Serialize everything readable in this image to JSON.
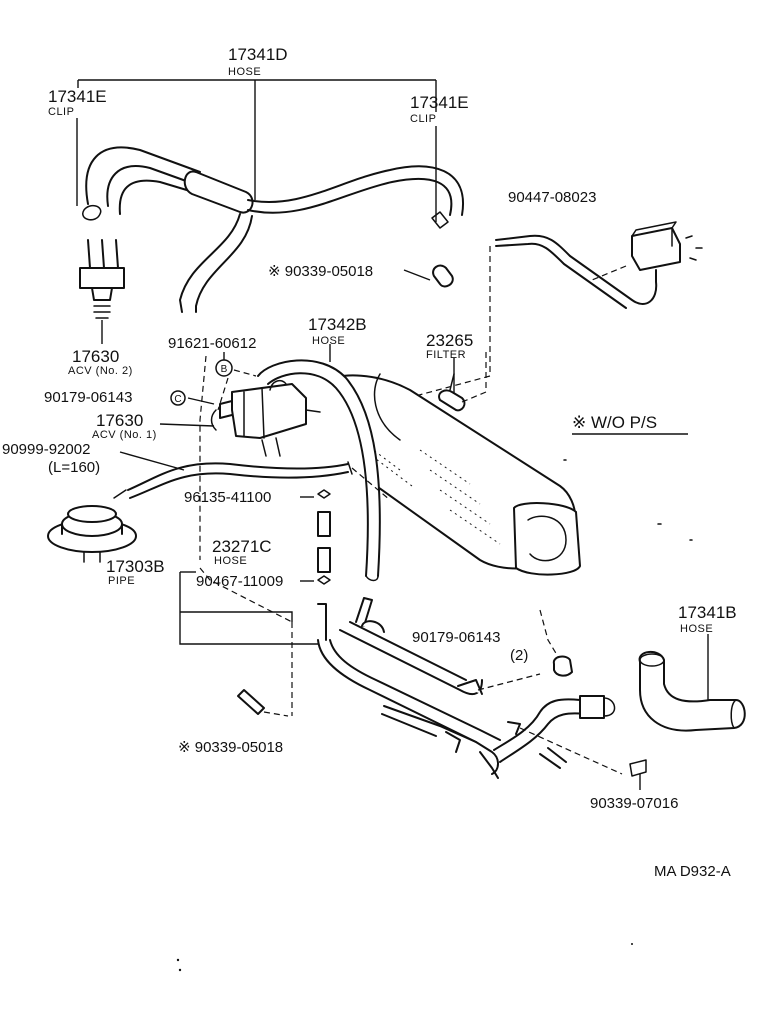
{
  "labels": {
    "hose_17341d": "17341D",
    "hose_17341d_sub": "HOSE",
    "clip_left": "17341E",
    "clip_left_sub": "CLIP",
    "clip_right": "17341E",
    "clip_right_sub": "CLIP",
    "part_90447": "90447-08023",
    "part_90339_top": "※ 90339-05018",
    "acv2": "17630",
    "acv2_sub": "ACV (No. 2)",
    "part_91621": "91621-60612",
    "marker_b": "B",
    "hose_17342b": "17342B",
    "hose_17342b_sub": "HOSE",
    "filter": "23265",
    "filter_sub": "FILTER",
    "part_90179_left": "90179-06143",
    "marker_c": "C",
    "acv1": "17630",
    "acv1_sub": "ACV (No. 1)",
    "part_90999": "90999-92002",
    "part_90999_sub": "(L=160)",
    "wo_ps": "※ W/O P/S",
    "part_96135": "96135-41100",
    "hose_23271c": "23271C",
    "hose_23271c_sub": "HOSE",
    "pipe_17303b": "17303B",
    "pipe_17303b_sub": "PIPE",
    "part_90467": "90467-11009",
    "hose_17341b": "17341B",
    "hose_17341b_sub": "HOSE",
    "part_90179_right": "90179-06143",
    "part_90179_right_qty": "(2)",
    "part_90339_bottom": "※ 90339-05018",
    "part_90339_07016": "90339-07016",
    "diagram_code": "MA D932-A"
  }
}
